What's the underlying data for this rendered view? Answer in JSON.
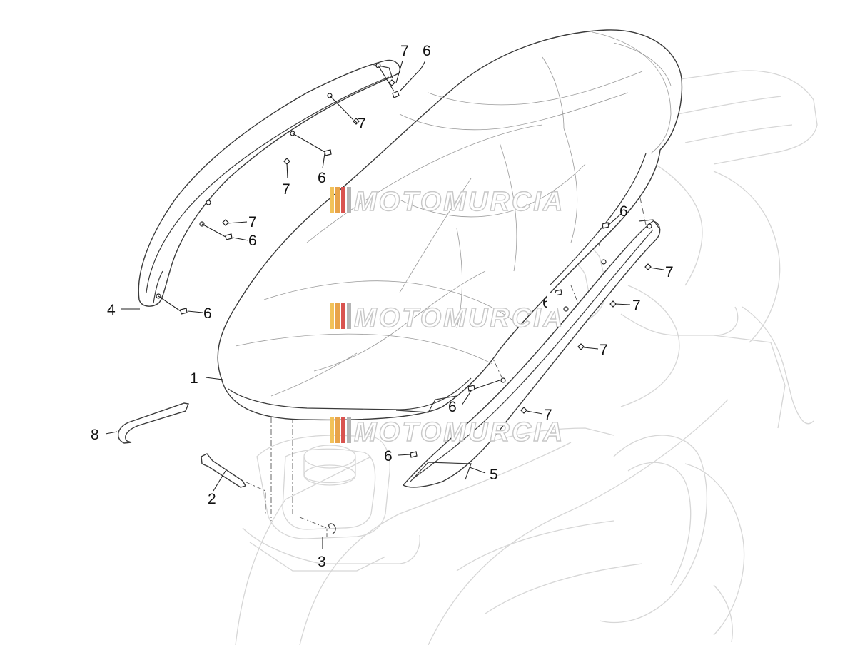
{
  "watermark": {
    "text": "MOTOMURCIA",
    "stripe_colors": [
      "#f2c25a",
      "#e8a34a",
      "#d9534f",
      "#b5b5b5"
    ]
  },
  "labels": {
    "seat": "1",
    "pin": "2",
    "clip": "3",
    "left_grab_rail": "4",
    "right_grab_rail": "5",
    "screw": "6",
    "nut": "7",
    "hook": "8"
  },
  "partial_label": "6"
}
